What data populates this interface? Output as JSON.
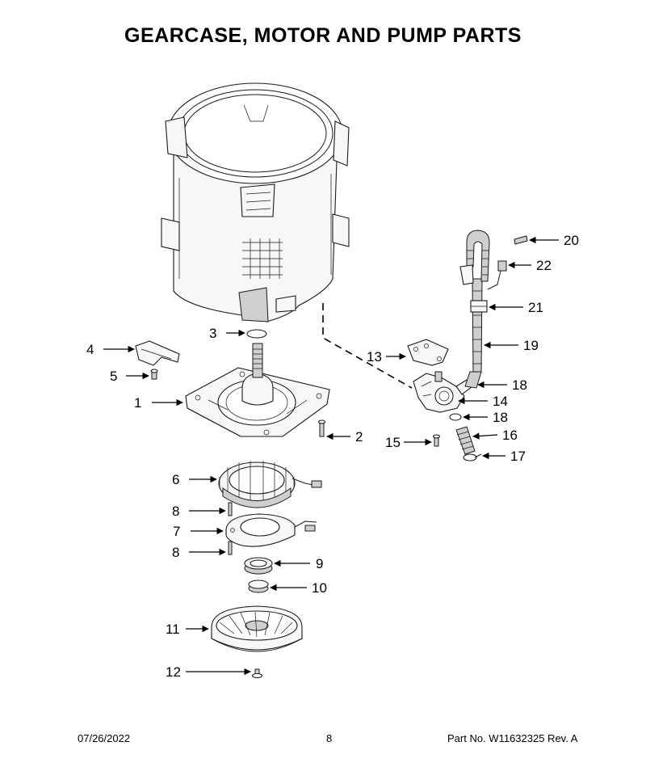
{
  "title": "GEARCASE, MOTOR AND PUMP PARTS",
  "footer": {
    "date": "07/26/2022",
    "page": "8",
    "part_no": "Part No.  W11632325  Rev.  A"
  },
  "callouts": [
    "1",
    "2",
    "3",
    "4",
    "5",
    "6",
    "7",
    "8",
    "8",
    "9",
    "10",
    "11",
    "12",
    "13",
    "14",
    "15",
    "16",
    "17",
    "18",
    "18",
    "19",
    "20",
    "21",
    "22"
  ]
}
